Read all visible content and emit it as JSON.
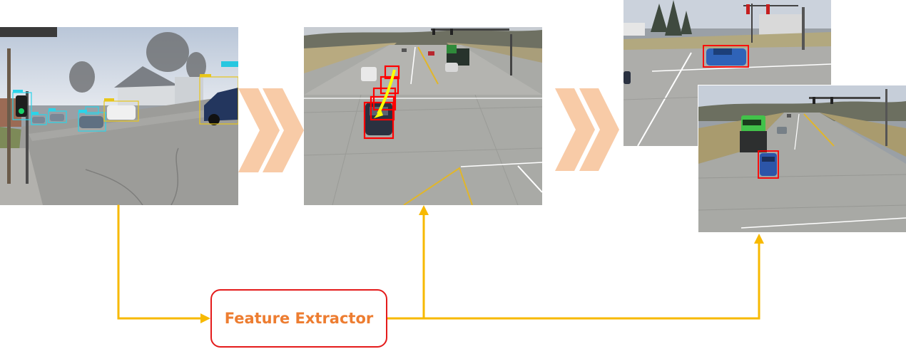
{
  "feature_extractor": {
    "label": "Feature Extractor"
  },
  "colors": {
    "connector": "#f7b900",
    "box_border": "#e41b1b",
    "box_text": "#ed7d31",
    "chevron": "#f8cba7",
    "tracking_box": "#ff0000",
    "detection_box": "#2ad4ea",
    "trajectory": "#ffff00"
  },
  "icons": {
    "flow_chevron": "double-chevron-right",
    "arrow": "arrowhead"
  }
}
